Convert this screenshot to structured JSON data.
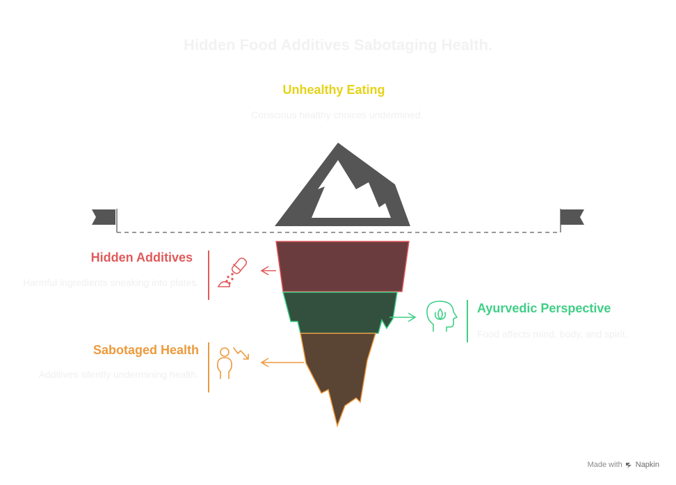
{
  "title": "Hidden Food Additives Sabotaging Health.",
  "top": {
    "label": "Unhealthy Eating",
    "description": "Conscious healthy choices undermined."
  },
  "layers": [
    {
      "label": "Hidden Additives",
      "description": "Harmful ingredients sneaking into plates.",
      "color": "#e05a5a",
      "fill": "#6b3c3e",
      "icon": "salt-shaker-icon"
    },
    {
      "label": "Ayurvedic Perspective",
      "description": "Food affects mind, body, and spirit.",
      "color": "#3fcf86",
      "fill": "#33503f",
      "icon": "mind-lotus-icon"
    },
    {
      "label": "Sabotaged Health",
      "description": "Additives silently undermining health.",
      "color": "#ec9a3c",
      "fill": "#5a4434",
      "icon": "declining-person-icon"
    }
  ],
  "mountain_color": "#555555",
  "footer": {
    "made_with": "Made with",
    "brand": "Napkin"
  }
}
